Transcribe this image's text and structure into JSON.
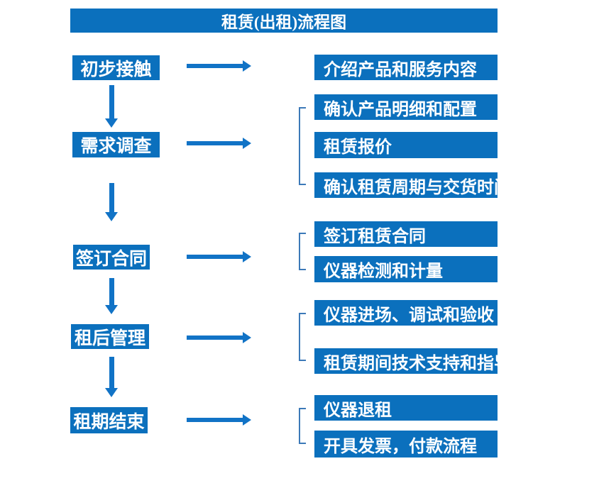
{
  "title": "租赁(出租)流程图",
  "colors": {
    "primary_blue": "#0b70bd",
    "arrow_blue": "#1173c6",
    "bracket_blue": "#3c79b8",
    "text_white": "#ffffff",
    "background": "#ffffff"
  },
  "flow": [
    {
      "step": "初步接触",
      "details": [
        "介绍产品和服务内容"
      ]
    },
    {
      "step": "需求调查",
      "details": [
        "确认产品明细和配置",
        "租赁报价",
        "确认租赁周期与交货时间"
      ]
    },
    {
      "step": "签订合同",
      "details": [
        "签订租赁合同",
        "仪器检测和计量"
      ]
    },
    {
      "step": "租后管理",
      "details": [
        "仪器进场、调试和验收",
        "租赁期间技术支持和指导"
      ]
    },
    {
      "step": "租期结束",
      "details": [
        "仪器退租",
        "开具发票，付款流程"
      ]
    }
  ]
}
